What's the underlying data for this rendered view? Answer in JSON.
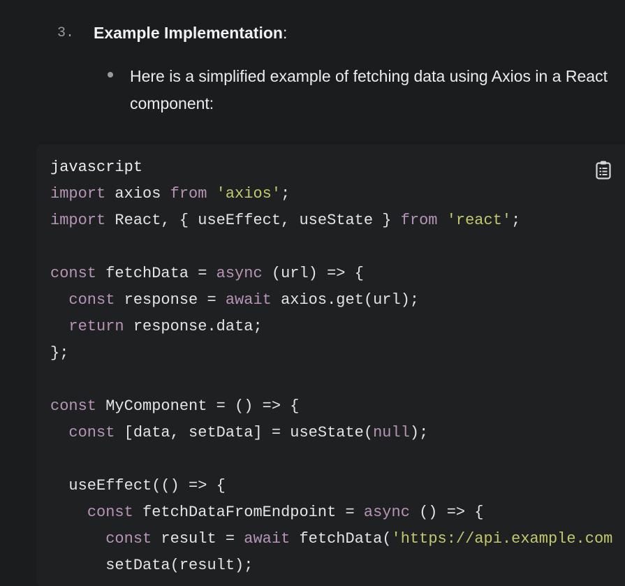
{
  "list_item": {
    "number": "3.",
    "title": "Example Implementation",
    "title_suffix": ":"
  },
  "bullet": {
    "text": "Here is a simplified example of fetching data using Axios in a React component:"
  },
  "code_block": {
    "language": "javascript",
    "copy_icon": "clipboard-icon",
    "colors": {
      "keyword": "#b894b8",
      "string": "#c4c86c",
      "text": "#e4e4e4"
    },
    "lines": [
      [
        [
          "kw",
          "import"
        ],
        [
          "t",
          " axios "
        ],
        [
          "kw",
          "from"
        ],
        [
          "t",
          " "
        ],
        [
          "str",
          "'axios'"
        ],
        [
          "t",
          ";"
        ]
      ],
      [
        [
          "kw",
          "import"
        ],
        [
          "t",
          " React, { useEffect, useState } "
        ],
        [
          "kw",
          "from"
        ],
        [
          "t",
          " "
        ],
        [
          "str",
          "'react'"
        ],
        [
          "t",
          ";"
        ]
      ],
      [],
      [
        [
          "kw",
          "const"
        ],
        [
          "t",
          " fetchData = "
        ],
        [
          "kw",
          "async"
        ],
        [
          "t",
          " (url) => {"
        ]
      ],
      [
        [
          "t",
          "  "
        ],
        [
          "kw",
          "const"
        ],
        [
          "t",
          " response = "
        ],
        [
          "kw",
          "await"
        ],
        [
          "t",
          " axios.get(url);"
        ]
      ],
      [
        [
          "t",
          "  "
        ],
        [
          "kw",
          "return"
        ],
        [
          "t",
          " response.data;"
        ]
      ],
      [
        [
          "t",
          "};"
        ]
      ],
      [],
      [
        [
          "kw",
          "const"
        ],
        [
          "t",
          " MyComponent = () => {"
        ]
      ],
      [
        [
          "t",
          "  "
        ],
        [
          "kw",
          "const"
        ],
        [
          "t",
          " [data, setData] = useState("
        ],
        [
          "kw",
          "null"
        ],
        [
          "t",
          ");"
        ]
      ],
      [],
      [
        [
          "t",
          "  useEffect(() => {"
        ]
      ],
      [
        [
          "t",
          "    "
        ],
        [
          "kw",
          "const"
        ],
        [
          "t",
          " fetchDataFromEndpoint = "
        ],
        [
          "kw",
          "async"
        ],
        [
          "t",
          " () => {"
        ]
      ],
      [
        [
          "t",
          "      "
        ],
        [
          "kw",
          "const"
        ],
        [
          "t",
          " result = "
        ],
        [
          "kw",
          "await"
        ],
        [
          "t",
          " fetchData("
        ],
        [
          "str",
          "'https://api.example.com"
        ]
      ],
      [
        [
          "t",
          "      setData(result);"
        ]
      ]
    ]
  }
}
